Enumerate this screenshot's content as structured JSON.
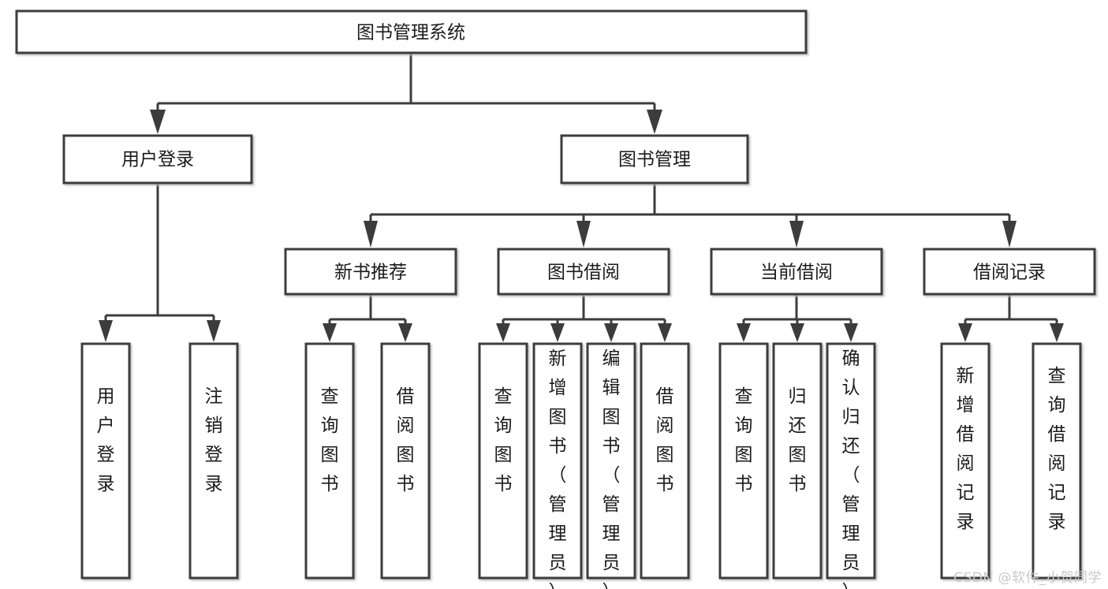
{
  "diagram": {
    "type": "tree-hierarchy",
    "title": "图书管理系统",
    "watermark": "CSDN @软件_小贺同学",
    "colors": {
      "box_stroke": "#3c3c3c",
      "box_fill": "#ffffff",
      "connector": "#3c3c3c",
      "text": "#1b1b1b",
      "watermark": "#c9c9c9",
      "background": "#ffffff"
    },
    "levels": {
      "root": {
        "label": "图书管理系统"
      },
      "level2": [
        {
          "label": "用户登录"
        },
        {
          "label": "图书管理"
        }
      ],
      "level3": [
        {
          "label": "新书推荐"
        },
        {
          "label": "图书借阅"
        },
        {
          "label": "当前借阅"
        },
        {
          "label": "借阅记录"
        }
      ],
      "leaves": [
        {
          "label": "用户登录",
          "parent": "用户登录"
        },
        {
          "label": "注销登录",
          "parent": "用户登录"
        },
        {
          "label": "查询图书",
          "parent": "新书推荐"
        },
        {
          "label": "借阅图书",
          "parent": "新书推荐"
        },
        {
          "label": "查询图书",
          "parent": "图书借阅"
        },
        {
          "label": "新增图书（管理员）",
          "parent": "图书借阅"
        },
        {
          "label": "编辑图书（管理员）",
          "parent": "图书借阅"
        },
        {
          "label": "借阅图书",
          "parent": "图书借阅"
        },
        {
          "label": "查询图书",
          "parent": "当前借阅"
        },
        {
          "label": "归还图书",
          "parent": "当前借阅"
        },
        {
          "label": "确认归还（管理员）",
          "parent": "当前借阅"
        },
        {
          "label": "新增借阅记录",
          "parent": "借阅记录"
        },
        {
          "label": "查询借阅记录",
          "parent": "借阅记录"
        }
      ]
    }
  }
}
